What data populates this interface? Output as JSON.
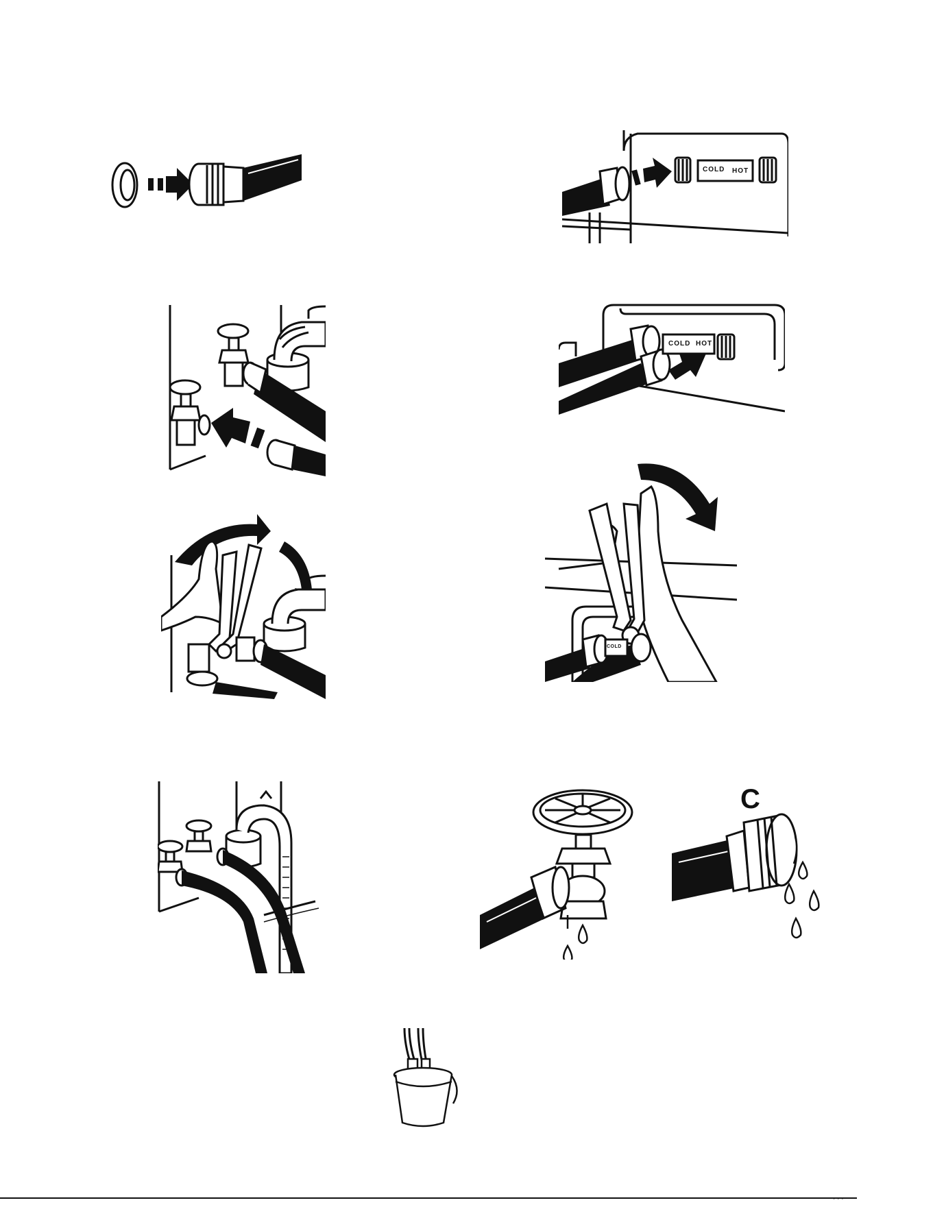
{
  "figures": {
    "washer_inlet_top": {
      "label_cold": "COLD",
      "label_hot": "HOT"
    },
    "washer_inlet_second": {
      "label_cold": "COLD",
      "label_hot": "HOT"
    },
    "pliers_washer": {
      "label_cold": "COLD"
    },
    "hose_leak": {
      "coupling_letter": "C"
    }
  },
  "footer": {
    "mark": "· · ·"
  },
  "colors": {
    "ink": "#111111",
    "paper": "#ffffff"
  }
}
